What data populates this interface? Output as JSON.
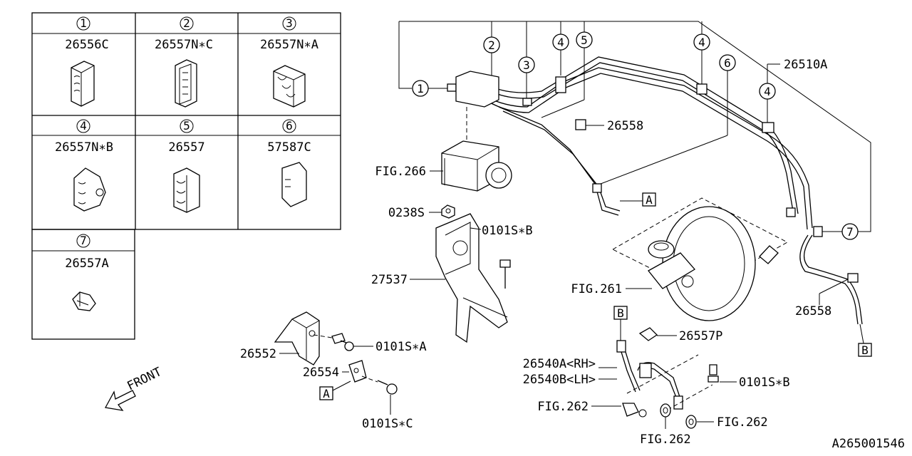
{
  "legend": {
    "cells": [
      {
        "num": "1",
        "part": "26556C"
      },
      {
        "num": "2",
        "part": "26557N∗C"
      },
      {
        "num": "3",
        "part": "26557N∗A"
      },
      {
        "num": "4",
        "part": "26557N∗B"
      },
      {
        "num": "5",
        "part": "26557"
      },
      {
        "num": "6",
        "part": "57587C"
      },
      {
        "num": "7",
        "part": "26557A"
      }
    ]
  },
  "callouts": {
    "c1": "1",
    "c2": "2",
    "c3": "3",
    "c4a": "4",
    "c5": "5",
    "c4b": "4",
    "c6": "6",
    "c4c": "4",
    "c7": "7"
  },
  "labels": {
    "pipe_main": "26510A",
    "clip_upper": "26558",
    "hcu": "FIG.266",
    "nut": "0238S",
    "bolt_b_upper": "0101S∗B",
    "bracket": "27537",
    "booster": "FIG.261",
    "clip_lower": "26558",
    "bracket_small": "26552",
    "bolt_a": "0101S∗A",
    "plate": "26554",
    "bolt_c": "0101S∗C",
    "clip_p": "26557P",
    "hose_rh": "26540A<RH>",
    "hose_lh": "26540B<LH>",
    "bolt_b_lower": "0101S∗B",
    "fig262_a": "FIG.262",
    "fig262_b": "FIG.262",
    "fig262_c": "FIG.262",
    "front": "FRONT",
    "ref_a1": "A",
    "ref_a2": "A",
    "ref_b1": "B",
    "ref_b2": "B",
    "diagram_code": "A265001546"
  }
}
